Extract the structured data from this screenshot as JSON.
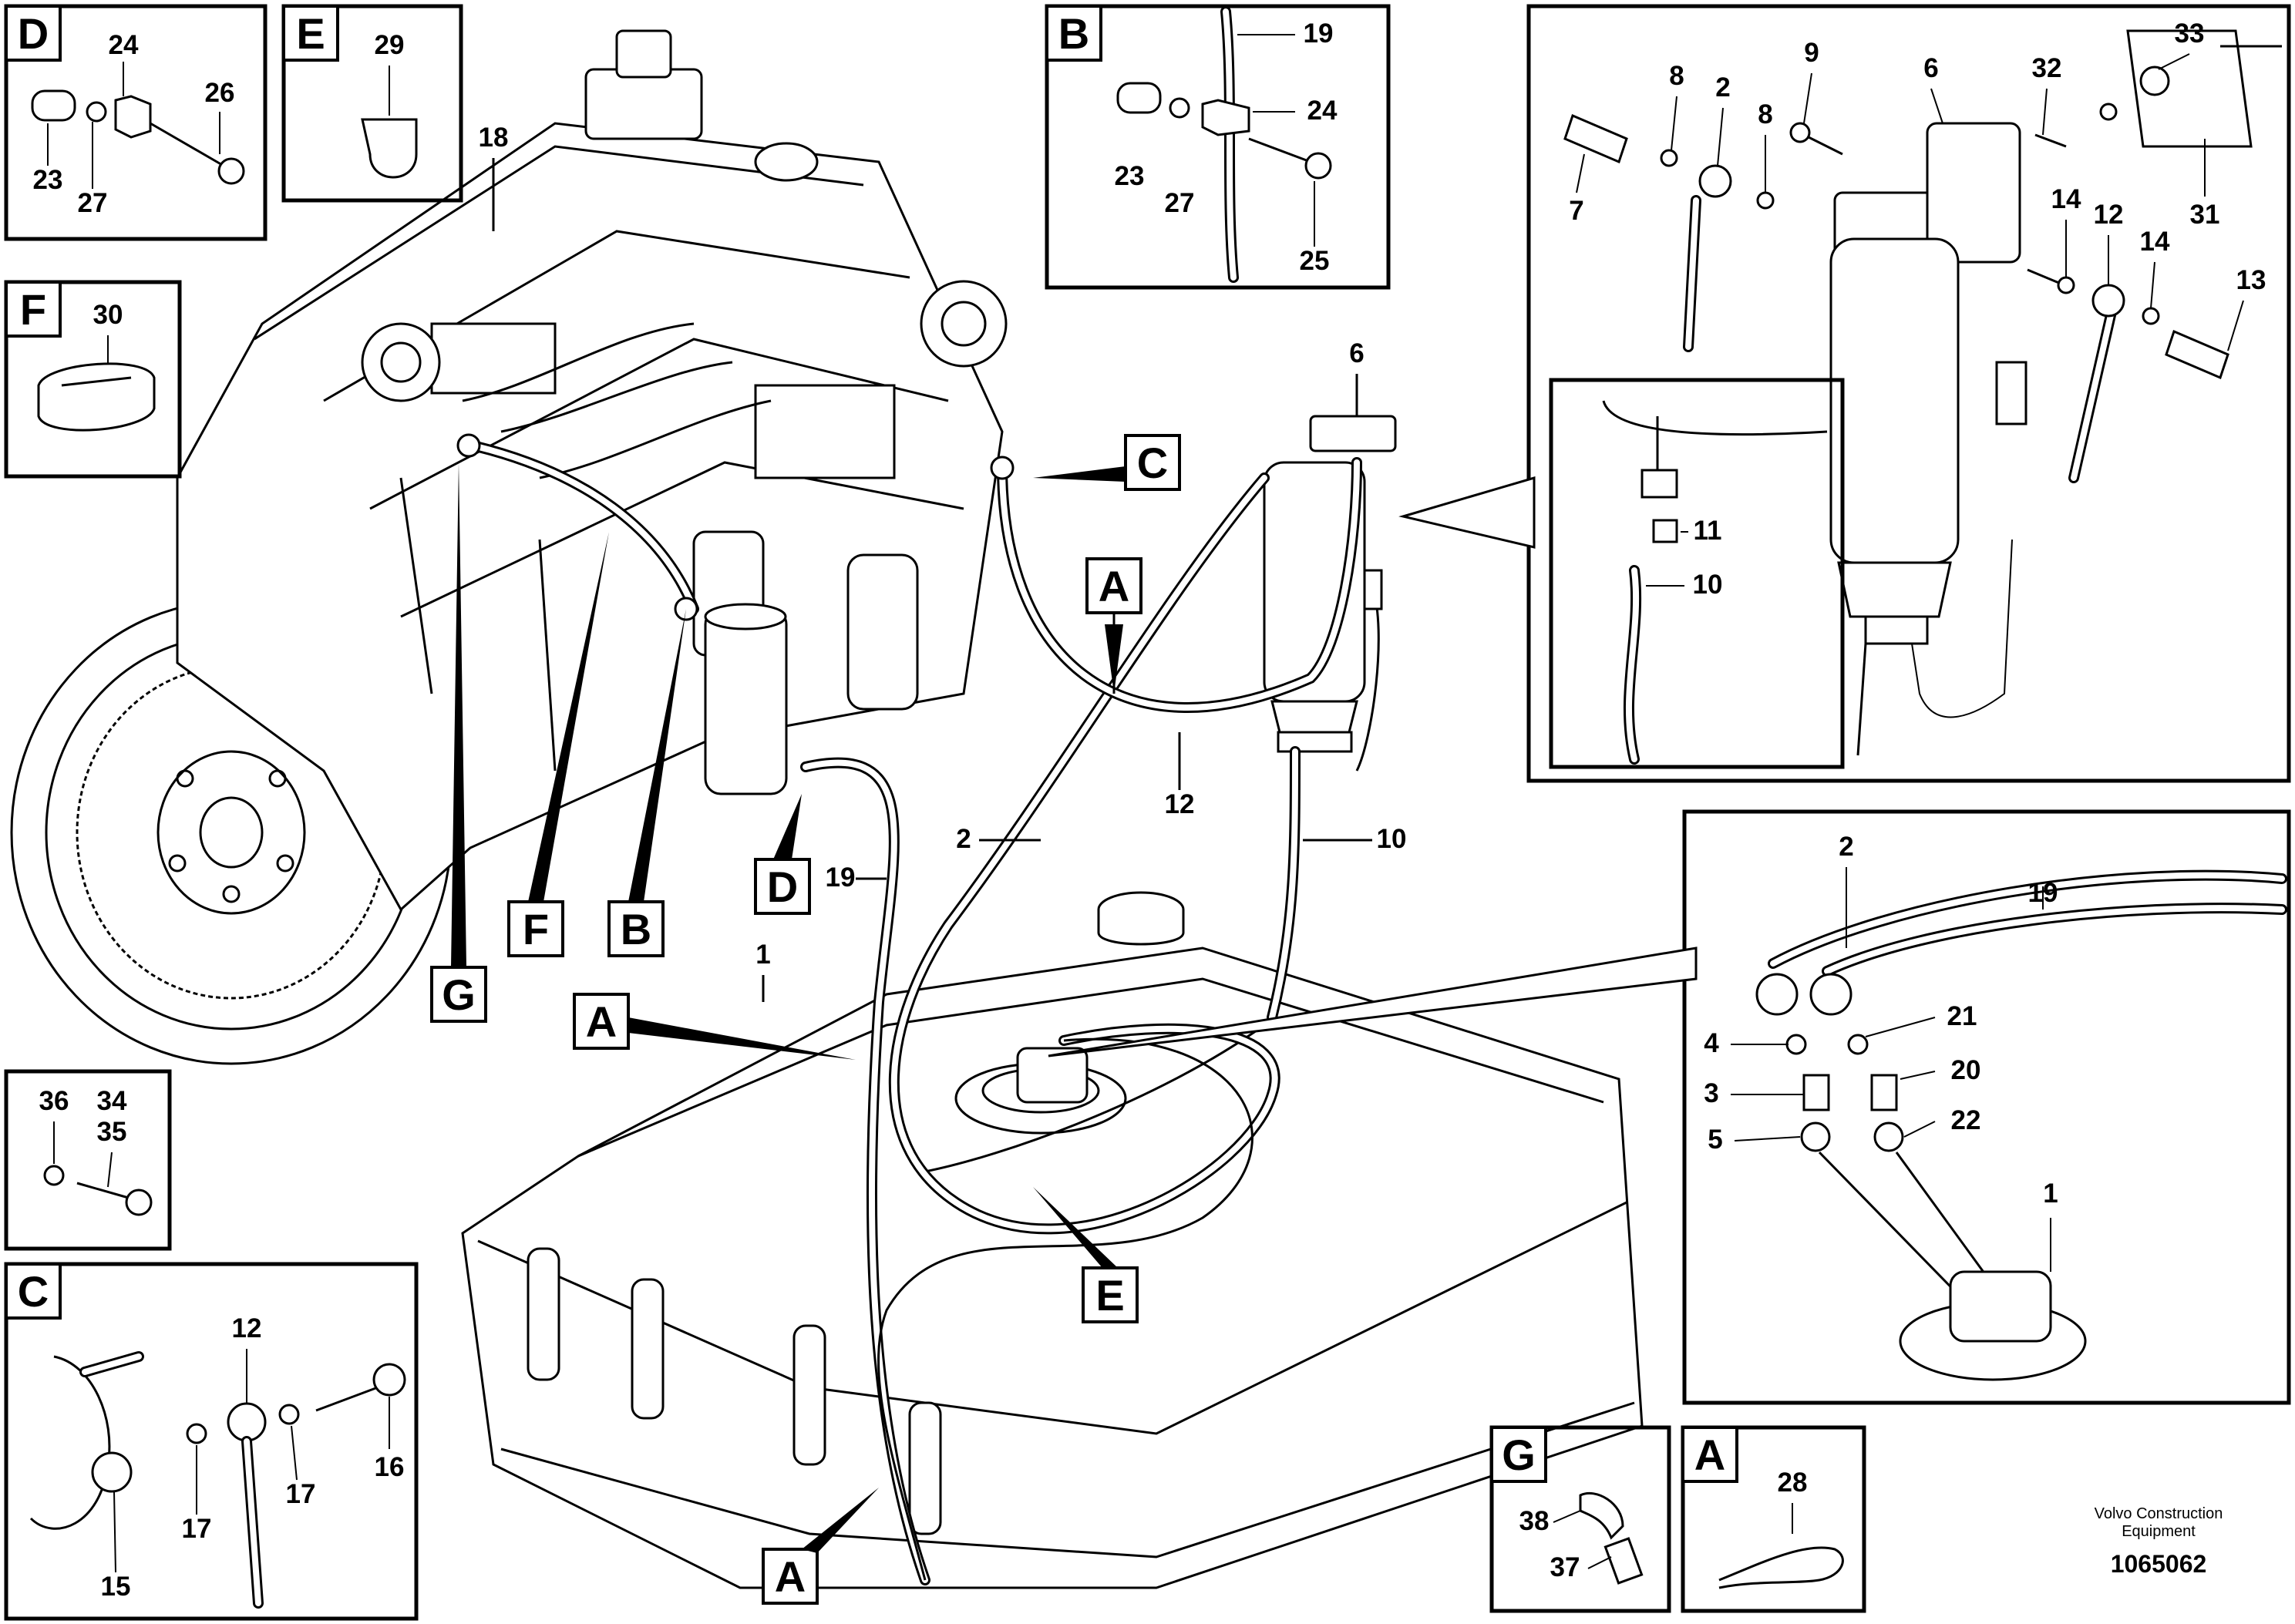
{
  "detail_boxes": {
    "D": {
      "letter": "D",
      "parts": [
        "24",
        "26",
        "23",
        "27"
      ]
    },
    "E": {
      "letter": "E",
      "parts": [
        "29"
      ]
    },
    "F": {
      "letter": "F",
      "parts": [
        "30"
      ]
    },
    "B": {
      "letter": "B",
      "parts": [
        "19",
        "23",
        "24",
        "27",
        "25"
      ]
    },
    "C": {
      "letter": "C",
      "parts": [
        "12",
        "16",
        "17",
        "17",
        "15"
      ]
    },
    "G": {
      "letter": "G",
      "parts": [
        "38",
        "37"
      ]
    },
    "A": {
      "letter": "A",
      "parts": [
        "28"
      ]
    },
    "bolt": {
      "parts": [
        "36",
        "34",
        "35"
      ]
    }
  },
  "filter_detail": {
    "parts": [
      "33",
      "9",
      "6",
      "8",
      "2",
      "8",
      "32",
      "31",
      "7",
      "14",
      "12",
      "14",
      "13",
      "11",
      "10"
    ]
  },
  "sender_detail": {
    "parts": [
      "2",
      "19",
      "21",
      "4",
      "20",
      "3",
      "5",
      "22",
      "1"
    ]
  },
  "main_view": {
    "part_labels": [
      "18",
      "6",
      "12",
      "2",
      "10",
      "19",
      "1"
    ],
    "callouts": [
      "C",
      "A",
      "D",
      "F",
      "B",
      "G",
      "A",
      "E",
      "A"
    ]
  },
  "footer": {
    "publisher_line1": "Volvo Construction",
    "publisher_line2": "Equipment",
    "figure_id": "1065062"
  }
}
